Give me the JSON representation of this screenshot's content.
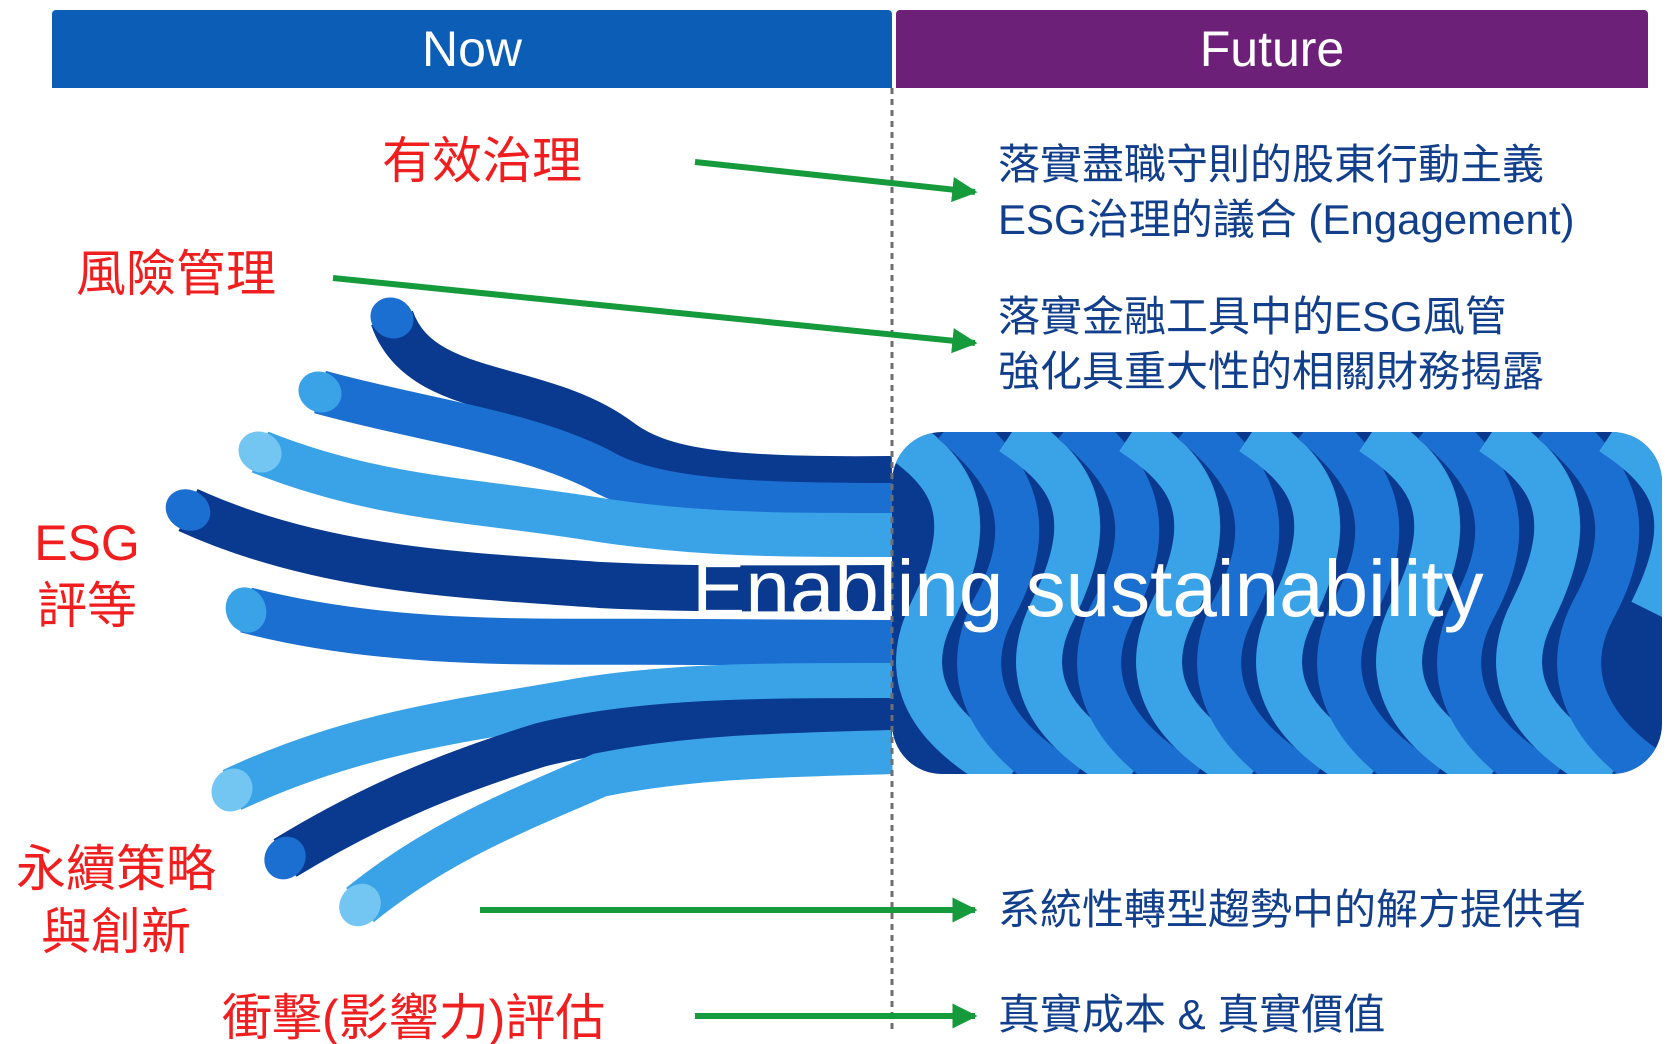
{
  "columns": {
    "now": "Now",
    "future": "Future"
  },
  "left_labels": {
    "governance": "有效治理",
    "risk": "風險管理",
    "esg_line1": "ESG",
    "esg_line2": "評等",
    "strategy_line1": "永續策略",
    "strategy_line2": "與創新",
    "impact": "衝擊(影響力)評估"
  },
  "right_labels": {
    "governance_line1": "落實盡職守則的股東行動主義",
    "governance_line2": "ESG治理的議合 (Engagement)",
    "risk_line1": "落實金融工具中的ESG風管",
    "risk_line2": "強化具重大性的相關財務揭露",
    "solutions": "系統性轉型趨勢中的解方提供者",
    "value": "真實成本 & 真實價值"
  },
  "center_label": "Enabling sustainability",
  "colors": {
    "now_banner": "#0b5db5",
    "future_banner": "#6d2077",
    "left_label_text": "#f01e1e",
    "right_label_text": "#123f8c",
    "arrow": "#159a3c",
    "strand_dark": "#0a3a8f",
    "strand_mid": "#1b6fd0",
    "strand_light": "#3aa3e8"
  }
}
